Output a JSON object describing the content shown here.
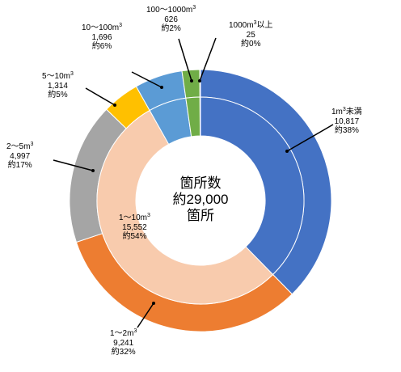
{
  "chart_data": {
    "type": "pie",
    "subtype": "nested-donut",
    "center_label": [
      "箇所数",
      "約29,000",
      "箇所"
    ],
    "outer_ring": [
      {
        "name": "1m³未満",
        "count": "10,817",
        "share": "約38%",
        "value": 10817,
        "color": "#4472C4"
      },
      {
        "name": "1〜2m³",
        "count": "9,241",
        "share": "約32%",
        "value": 9241,
        "color": "#ED7D31"
      },
      {
        "name": "2〜5m³",
        "count": "4,997",
        "share": "約17%",
        "value": 4997,
        "color": "#A5A5A5"
      },
      {
        "name": "5〜10m³",
        "count": "1,314",
        "share": "約5%",
        "value": 1314,
        "color": "#FFC000"
      },
      {
        "name": "10〜100m³",
        "count": "1,696",
        "share": "約6%",
        "value": 1696,
        "color": "#5B9BD5"
      },
      {
        "name": "100〜1000m³",
        "count": "626",
        "share": "約2%",
        "value": 626,
        "color": "#70AD47"
      },
      {
        "name": "1000m³以上",
        "count": "25",
        "share": "約0%",
        "value": 25,
        "color": "#264478"
      }
    ],
    "inner_ring": [
      {
        "name": "1m³未満",
        "value": 10817,
        "color": "#4472C4"
      },
      {
        "name": "1〜10m³",
        "count": "15,552",
        "share": "約54%",
        "value": 15552,
        "color": "#F8CBAD"
      },
      {
        "name": "10〜100m³",
        "value": 1696,
        "color": "#5B9BD5"
      },
      {
        "name": "100〜1000m³",
        "value": 626,
        "color": "#70AD47"
      },
      {
        "name": "1000m³以上",
        "value": 25,
        "color": "#264478"
      }
    ]
  },
  "labels": {
    "lt1": {
      "l1a": "1m",
      "l1b": "未満",
      "l2": "10,817",
      "l3": "約38%"
    },
    "r1_2": {
      "l1a": "1〜2m",
      "l2": "9,241",
      "l3": "約32%"
    },
    "r2_5": {
      "l1a": "2〜5m",
      "l2": "4,997",
      "l3": "約17%"
    },
    "r5_10": {
      "l1a": "5〜10m",
      "l2": "1,314",
      "l3": "約5%"
    },
    "r10_100": {
      "l1a": "10〜100m",
      "l2": "1,696",
      "l3": "約6%"
    },
    "r100_1000": {
      "l1a": "100〜1000m",
      "l2": "626",
      "l3": "約2%"
    },
    "ge1000": {
      "l1a": "1000m",
      "l1b": "以上",
      "l2": "25",
      "l3": "約0%"
    },
    "r1_10": {
      "l1a": "1〜10m",
      "l2": "15,552",
      "l3": "約54%"
    },
    "sup": "3"
  }
}
